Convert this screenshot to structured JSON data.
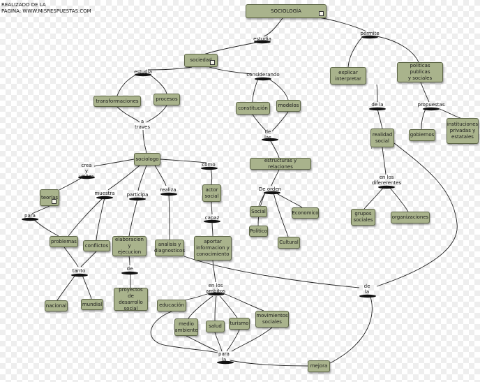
{
  "credit": "REALIZADO DE LA\nPAGINA: WWW.MISRESPUESTAS.COM",
  "nodes": {
    "sociologia": "SOCIOLOGÍA",
    "sociedad": "sociedad",
    "explicar": "explicar\ninterpretar",
    "politicas": "politicas publicas\ny sociales",
    "transformaciones": "transformaciones",
    "procesos": "procesos",
    "constitucion": "constitución",
    "modelos": "modelos",
    "realidad": "realidad\nsocial",
    "gobiernos": "gobiernos",
    "instituciones": "instituciones\nprivadas y\nestatales",
    "sociologo": "sociologo",
    "estructuras": "estructuras y relaciones",
    "teorias": "teorías",
    "actor": "actor\nsocial",
    "social": "Social",
    "economico": "Economico",
    "politico": "Politico",
    "cultural": "Cultural",
    "grupos": "grupos\nsociales",
    "organizaciones": "organizaciones",
    "problemas": "problemas",
    "conflictos": "conflictos",
    "elaboracion": "elaboracion y\nejecucion",
    "analisis": "analisis y\ndiagnosticos",
    "aportar": "aportar\ninformacion y\nconocimiento",
    "nacional": "nacional",
    "mundial": "mundial",
    "proyectos": "proyectos de\ndesarrollo\nsocial",
    "educacion": "educación",
    "medio": "medio\nambiente",
    "salud": "salud",
    "turismo": "turismo",
    "movimientos": "movimientos\nsociales",
    "mejora": "mejora"
  },
  "links": {
    "estudia1": "estudia",
    "permite": "permite",
    "estudia2": "estudia",
    "considerando": "considerando",
    "atraves": "a\ntraves",
    "dela1": "de la",
    "propuestas": "propuestas",
    "delas": "de\nlas",
    "creautiliza": "crea\ny\nutiliza",
    "como": "como",
    "deorden": "De orden",
    "enlosdiferentes": "en los\ndifererentes",
    "muestra": "muestra",
    "participa": "participa",
    "realiza": "realiza",
    "capaz": "capaz",
    "para1": "para",
    "tanto": "tanto",
    "de": "de",
    "enlosambitos": "en los\nambitos",
    "dela2": "de\nla",
    "parala": "para\nla"
  }
}
